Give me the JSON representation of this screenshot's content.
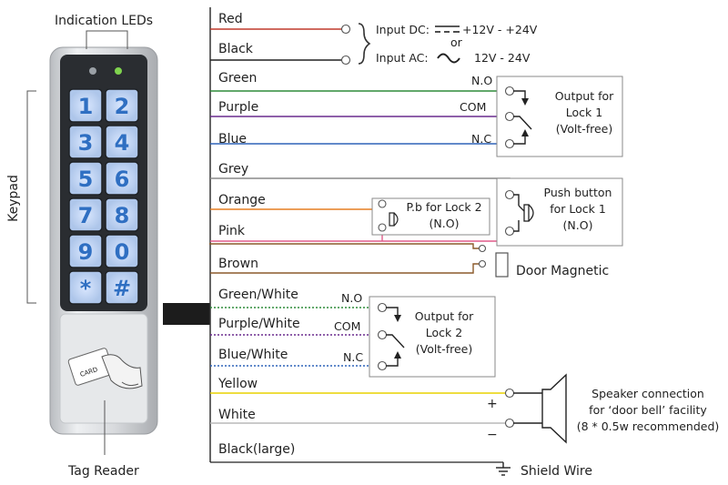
{
  "device": {
    "indication_leds_label": "Indication LEDs",
    "keypad_label": "Keypad",
    "tag_reader_label": "Tag Reader",
    "card_text": "CARD",
    "keys": [
      "1",
      "2",
      "3",
      "4",
      "5",
      "6",
      "7",
      "8",
      "9",
      "0",
      "*",
      "#"
    ]
  },
  "wires": [
    {
      "id": "red",
      "label": "Red",
      "color": "#c0392b"
    },
    {
      "id": "black",
      "label": "Black",
      "color": "#222222"
    },
    {
      "id": "green",
      "label": "Green",
      "color": "#2e8b3a"
    },
    {
      "id": "purple",
      "label": "Purple",
      "color": "#6a2c8e"
    },
    {
      "id": "blue",
      "label": "Blue",
      "color": "#2f63b8"
    },
    {
      "id": "grey",
      "label": "Grey",
      "color": "#8a8a8a"
    },
    {
      "id": "orange",
      "label": "Orange",
      "color": "#e67e22"
    },
    {
      "id": "pink",
      "label": "Pink",
      "color": "#e05c8a"
    },
    {
      "id": "brown",
      "label": "Brown",
      "color": "#8b5a2b"
    },
    {
      "id": "green-white",
      "label": "Green/White",
      "color": "#2e8b3a"
    },
    {
      "id": "purple-white",
      "label": "Purple/White",
      "color": "#6a2c8e"
    },
    {
      "id": "blue-white",
      "label": "Blue/White",
      "color": "#2f63b8"
    },
    {
      "id": "yellow",
      "label": "Yellow",
      "color": "#e8d200"
    },
    {
      "id": "white",
      "label": "White",
      "color": "#b8b8b8"
    },
    {
      "id": "black-large",
      "label": "Black(large)",
      "color": "#222222"
    }
  ],
  "power": {
    "input_dc": "Input DC:",
    "dc_range": "+12V - +24V",
    "or": "or",
    "input_ac": "Input AC:",
    "ac_range": "12V -  24V"
  },
  "lock1": {
    "no": "N.O",
    "com": "COM",
    "nc": "N.C",
    "title_lines": [
      "Output for",
      "Lock 1",
      "(Volt-free)"
    ]
  },
  "pb_lock2": {
    "title": "P.b for Lock 2",
    "sub": "(N.O)"
  },
  "pb_lock1": {
    "title_lines": [
      "Push button",
      "for Lock 1",
      "(N.O)"
    ]
  },
  "door_magnetic": "Door Magnetic",
  "lock2": {
    "no": "N.O",
    "com": "COM",
    "nc": "N.C",
    "title_lines": [
      "Output for",
      "Lock 2",
      "(Volt-free)"
    ]
  },
  "speaker": {
    "plus": "+",
    "minus": "−",
    "title_lines": [
      "Speaker connection",
      "for ‘door bell’ facility",
      "(8 * 0.5w recommended)"
    ]
  },
  "shield_wire": "Shield Wire"
}
